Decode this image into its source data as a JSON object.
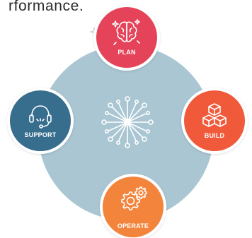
{
  "caption": {
    "text": "rformance."
  },
  "diagram": {
    "hub_icon": "network-hub-icon",
    "nodes": {
      "plan": {
        "label": "PLAN",
        "icon": "brain-icon",
        "color": "#e5435a"
      },
      "build": {
        "label": "BUILD",
        "icon": "cubes-icon",
        "color": "#f0593a"
      },
      "support": {
        "label": "SUPPORT",
        "icon": "headset-icon",
        "color": "#376d8d"
      },
      "operate": {
        "label": "OPERATE",
        "icon": "gears-icon",
        "color": "#f2843c"
      }
    },
    "disc_color": "#a9c6d2"
  }
}
